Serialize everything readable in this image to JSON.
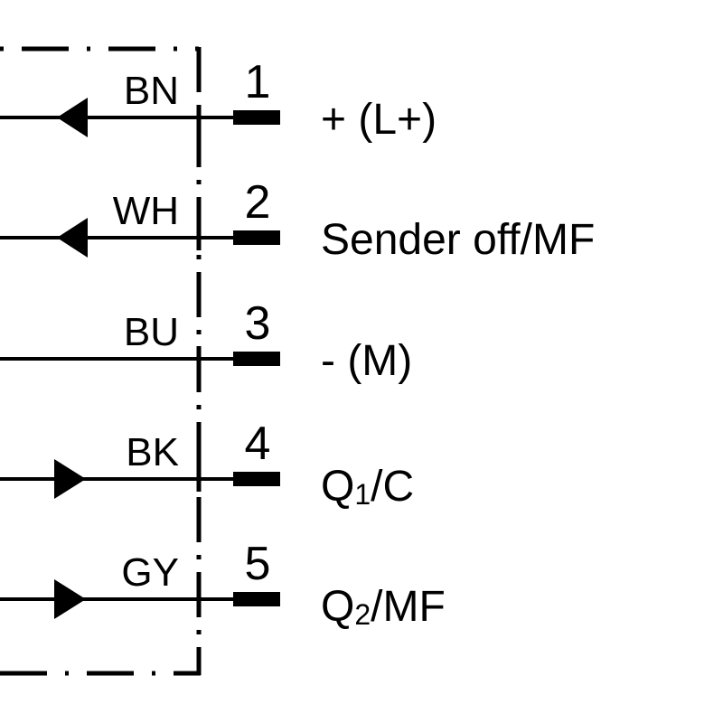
{
  "diagram": {
    "type": "connection-diagram",
    "line_color": "#000000",
    "background": "#ffffff",
    "pins": [
      {
        "number": "1",
        "wire_color": "BN",
        "direction": "in",
        "signal": "+ (L+)",
        "signal_main": "",
        "signal_sub": "",
        "signal_rest": ""
      },
      {
        "number": "2",
        "wire_color": "WH",
        "direction": "in",
        "signal": "Sender off/MF",
        "signal_main": "",
        "signal_sub": "",
        "signal_rest": ""
      },
      {
        "number": "3",
        "wire_color": "BU",
        "direction": "none",
        "signal": "- (M)",
        "signal_main": "",
        "signal_sub": "",
        "signal_rest": ""
      },
      {
        "number": "4",
        "wire_color": "BK",
        "direction": "out",
        "signal": "",
        "signal_main": "Q",
        "signal_sub": "1",
        "signal_rest": "/C"
      },
      {
        "number": "5",
        "wire_color": "GY",
        "direction": "out",
        "signal": "",
        "signal_main": "Q",
        "signal_sub": "2",
        "signal_rest": "/MF"
      }
    ]
  }
}
